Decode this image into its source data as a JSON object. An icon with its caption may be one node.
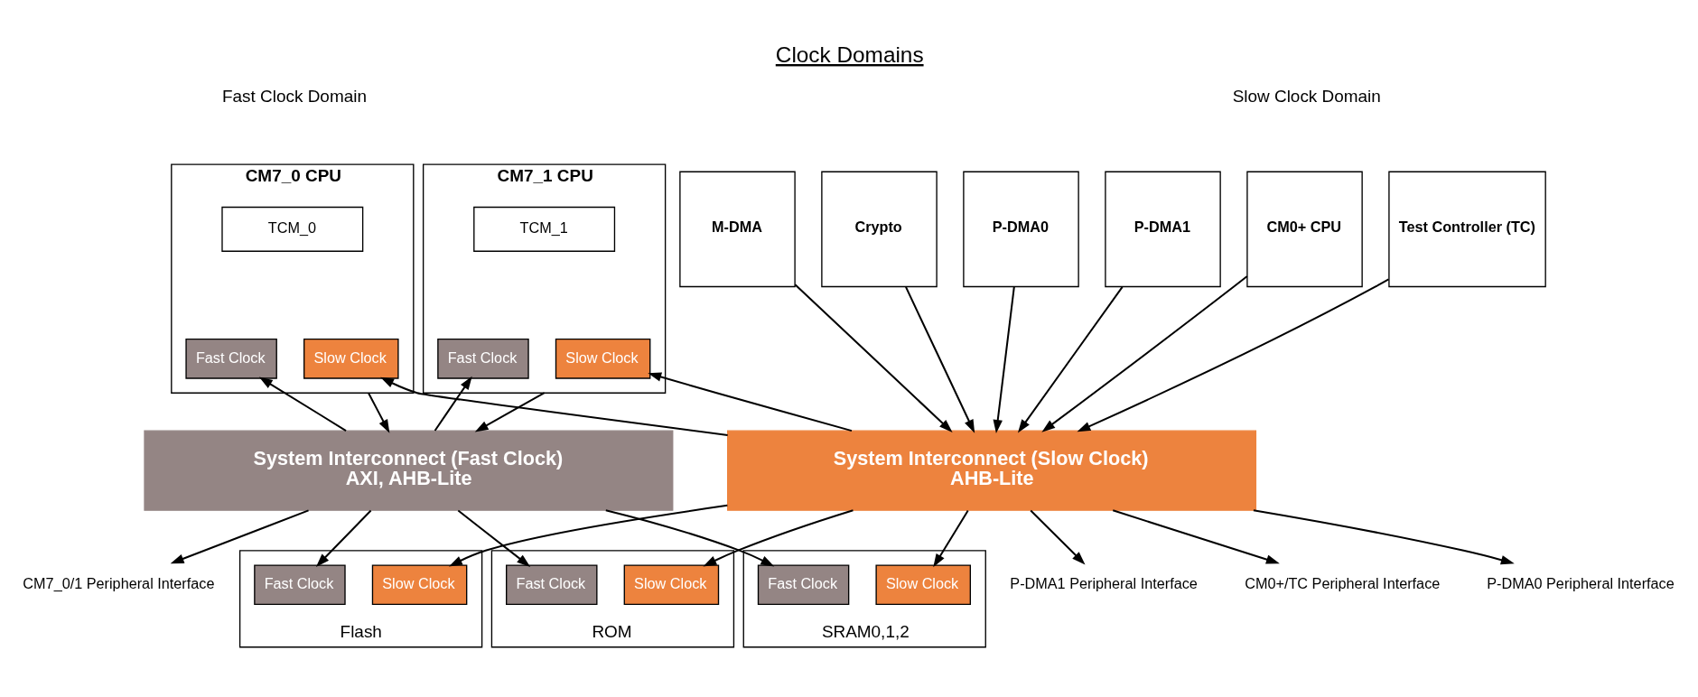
{
  "diagram": {
    "title": "Clock Domains",
    "nodes": [
      {
        "text": [
          "CM7_0 CPU"
        ]
      },
      {
        "text": [
          "TCM_0"
        ],
        "in": 0
      },
      {
        "text": [
          "Fast Clock"
        ],
        "in": 0
      },
      {
        "text": [
          "Slow Clock"
        ],
        "in": 0
      },
      {
        "text": [
          "CM7_1 CPU"
        ]
      },
      {
        "text": [
          "TCM_1"
        ],
        "in": 4
      },
      {
        "text": [
          "Fast Clock"
        ],
        "in": 4
      },
      {
        "text": [
          "Slow Clock"
        ],
        "in": 4
      },
      {
        "text": [
          "CM0+ CPU"
        ]
      },
      {
        "text": [
          "Test Controller (TC)"
        ]
      },
      {
        "text": [
          "M-DMA"
        ]
      },
      {
        "text": [
          "Crypto"
        ]
      },
      {
        "text": [
          "P-DMA0"
        ]
      },
      {
        "text": [
          "P-DMA1"
        ]
      },
      {
        "text": [
          "System Interconnect (Fast Clock)",
          "AXI, AHB-Lite"
        ]
      },
      {
        "text": [
          "System Interconnect (Slow Clock)",
          "AHB-Lite"
        ]
      },
      {
        "text": [
          "Flash"
        ]
      },
      {
        "text": [
          "Fast Clock"
        ],
        "in": 16
      },
      {
        "text": [
          "Slow Clock"
        ],
        "in": 16
      },
      {
        "text": [
          "ROM"
        ]
      },
      {
        "text": [
          "Fast Clock"
        ],
        "in": 19
      },
      {
        "text": [
          "Slow Clock"
        ],
        "in": 19
      },
      {
        "text": [
          "SRAM0,1,2"
        ]
      },
      {
        "text": [
          "Fast Clock"
        ],
        "in": 22
      },
      {
        "text": [
          "Slow Clock"
        ],
        "in": 22
      },
      {
        "text": [
          "CM7_0/1 Peripheral Interface"
        ]
      },
      {
        "text": [
          "CM0+/TC Peripheral Interface"
        ]
      },
      {
        "text": [
          "P-DMA0 Peripheral Interface"
        ]
      },
      {
        "text": [
          "P-DMA1 Peripheral Interface"
        ]
      }
    ],
    "edges": [
      {
        "from": 0,
        "to": 14,
        "arrow": "to"
      },
      {
        "from": 14,
        "to": 2,
        "arrow": "to"
      },
      {
        "from": 15,
        "to": 3,
        "arrow": "to"
      },
      {
        "from": 4,
        "to": 14,
        "arrow": "to"
      },
      {
        "from": 14,
        "to": 6,
        "arrow": "to"
      },
      {
        "from": 15,
        "to": 7,
        "arrow": "to"
      },
      {
        "from": 8,
        "to": 15,
        "arrow": "to"
      },
      {
        "from": 9,
        "to": 15,
        "arrow": "to"
      },
      {
        "from": 10,
        "to": 15,
        "arrow": "to"
      },
      {
        "from": 11,
        "to": 15,
        "arrow": "to"
      },
      {
        "from": 12,
        "to": 15,
        "arrow": "to"
      },
      {
        "from": 13,
        "to": 15,
        "arrow": "to"
      },
      {
        "from": 14,
        "to": 17,
        "arrow": "to"
      },
      {
        "from": 15,
        "to": 18,
        "arrow": "to"
      },
      {
        "from": 14,
        "to": 20,
        "arrow": "to"
      },
      {
        "from": 15,
        "to": 21,
        "arrow": "to"
      },
      {
        "from": 14,
        "to": 23,
        "arrow": "to"
      },
      {
        "from": 15,
        "to": 24,
        "arrow": "to"
      },
      {
        "from": 14,
        "to": 25,
        "arrow": "to"
      },
      {
        "from": 15,
        "to": 26,
        "arrow": "to"
      },
      {
        "from": 15,
        "to": 27,
        "arrow": "to"
      },
      {
        "from": 15,
        "to": 28,
        "arrow": "to"
      }
    ],
    "labels": [
      "Fast Clock Domain",
      "Slow Clock Domain"
    ]
  }
}
